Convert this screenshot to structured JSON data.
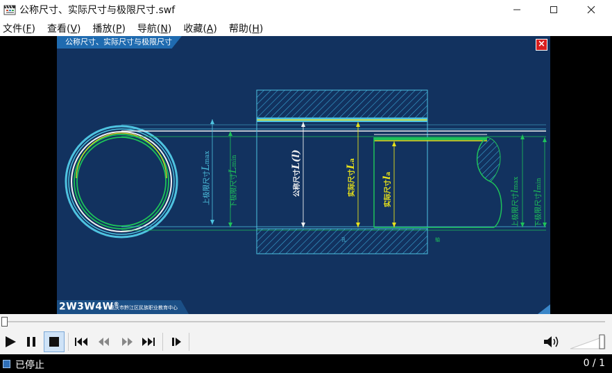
{
  "window": {
    "title": "公称尺寸、实际尺寸与极限尺寸.swf",
    "controls": [
      "minimize",
      "maximize",
      "close"
    ]
  },
  "menu": {
    "items": [
      {
        "label": "文件(",
        "key": "F",
        "tail": ")"
      },
      {
        "label": "查看(",
        "key": "V",
        "tail": ")"
      },
      {
        "label": "播放(",
        "key": "P",
        "tail": ")"
      },
      {
        "label": "导航(",
        "key": "N",
        "tail": ")"
      },
      {
        "label": "收藏(",
        "key": "A",
        "tail": ")"
      },
      {
        "label": "帮助(",
        "key": "H",
        "tail": ")"
      }
    ]
  },
  "movie": {
    "tab_title": "公称尺寸、实际尺寸与极限尺寸",
    "close_glyph": "×",
    "brand_main": "2W3W4W",
    "brand_mark": "®",
    "brand_sub": "重庆市黔江区民族职业教育中心",
    "drawing": {
      "upper_limit_left": "上极限尺寸",
      "lower_limit_left": "下极限尺寸",
      "nominal": "公称尺寸",
      "actual_hole": "实际尺寸",
      "actual_shaft": "实际尺寸",
      "upper_limit_right": "上极限尺寸",
      "lower_limit_right": "下极限尺寸",
      "sym_lmax": "L",
      "sub_max": "max",
      "sym_lmin": "L",
      "sub_min": "min",
      "sym_nominal": "L(l)",
      "sym_la": "L",
      "sub_a": "a",
      "sym_la_shaft": "l",
      "sym_lmax_r": "l",
      "sym_lmin_r": "l",
      "hole_mark": "孔",
      "shaft_mark": "轴"
    },
    "colors": {
      "background": "#12325f",
      "hatch": "#3aa7d8",
      "hole_line": "#eeeeee",
      "shaft_green": "#1ec25a",
      "yellow": "#e8e21a",
      "cyan": "#4ec3e0"
    }
  },
  "player": {
    "seek_progress": 0.0,
    "buttons": [
      "play",
      "pause",
      "stop",
      "skip-to-start",
      "rewind",
      "fast-forward",
      "skip-to-end",
      "step-forward"
    ],
    "active_button": "stop"
  },
  "status": {
    "text": "已停止",
    "page_counter": "0 / 1"
  }
}
